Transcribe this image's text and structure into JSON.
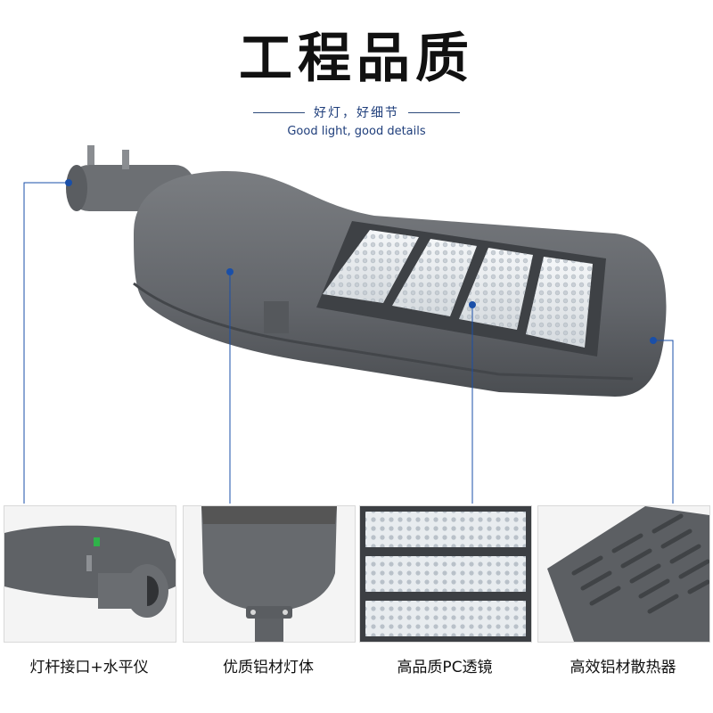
{
  "header": {
    "title": "工程品质",
    "subtitle_cn": "好灯，好细节",
    "subtitle_en": "Good light, good details"
  },
  "features": [
    {
      "label": "灯杆接口+水平仪",
      "icon": "pole-interface-level-icon"
    },
    {
      "label": "优质铝材灯体",
      "icon": "aluminum-body-icon"
    },
    {
      "label": "高品质PC透镜",
      "icon": "pc-lens-icon"
    },
    {
      "label": "高效铝材散热器",
      "icon": "heat-sink-icon"
    }
  ],
  "colors": {
    "callout_line": "#1a4fa8",
    "lamp_body": "#676a6e",
    "lamp_dark": "#4c4f53",
    "led_panel": "#e8ecef"
  }
}
